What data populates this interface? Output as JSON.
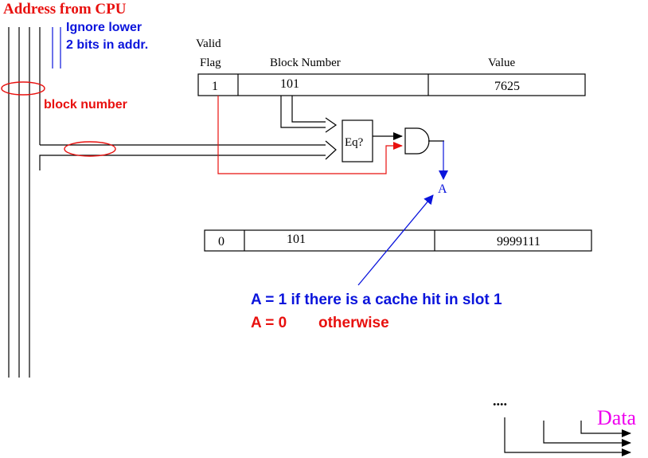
{
  "header": {
    "title": "Address from CPU",
    "ignore_line1": "Ignore lower",
    "ignore_line2": "2 bits in addr."
  },
  "labels": {
    "block_number": "block number",
    "valid": "Valid",
    "flag": "Flag",
    "block_number_col": "Block Number",
    "value_col": "Value",
    "eq": "Eq?",
    "signal_a": "A",
    "ellipsis": "....",
    "data": "Data"
  },
  "slots": [
    {
      "valid": "1",
      "block": "101",
      "value": "7625"
    },
    {
      "valid": "0",
      "block": "101",
      "value": "9999111"
    }
  ],
  "notes": {
    "hit": "A = 1 if there is a cache hit in slot 1",
    "miss_lhs": "A = 0",
    "miss_rhs": "otherwise"
  },
  "colors": {
    "title": "#e8100e",
    "blue": "#0a14dc",
    "red": "#e8100e",
    "magenta": "#ee00ee",
    "black": "#000000"
  }
}
